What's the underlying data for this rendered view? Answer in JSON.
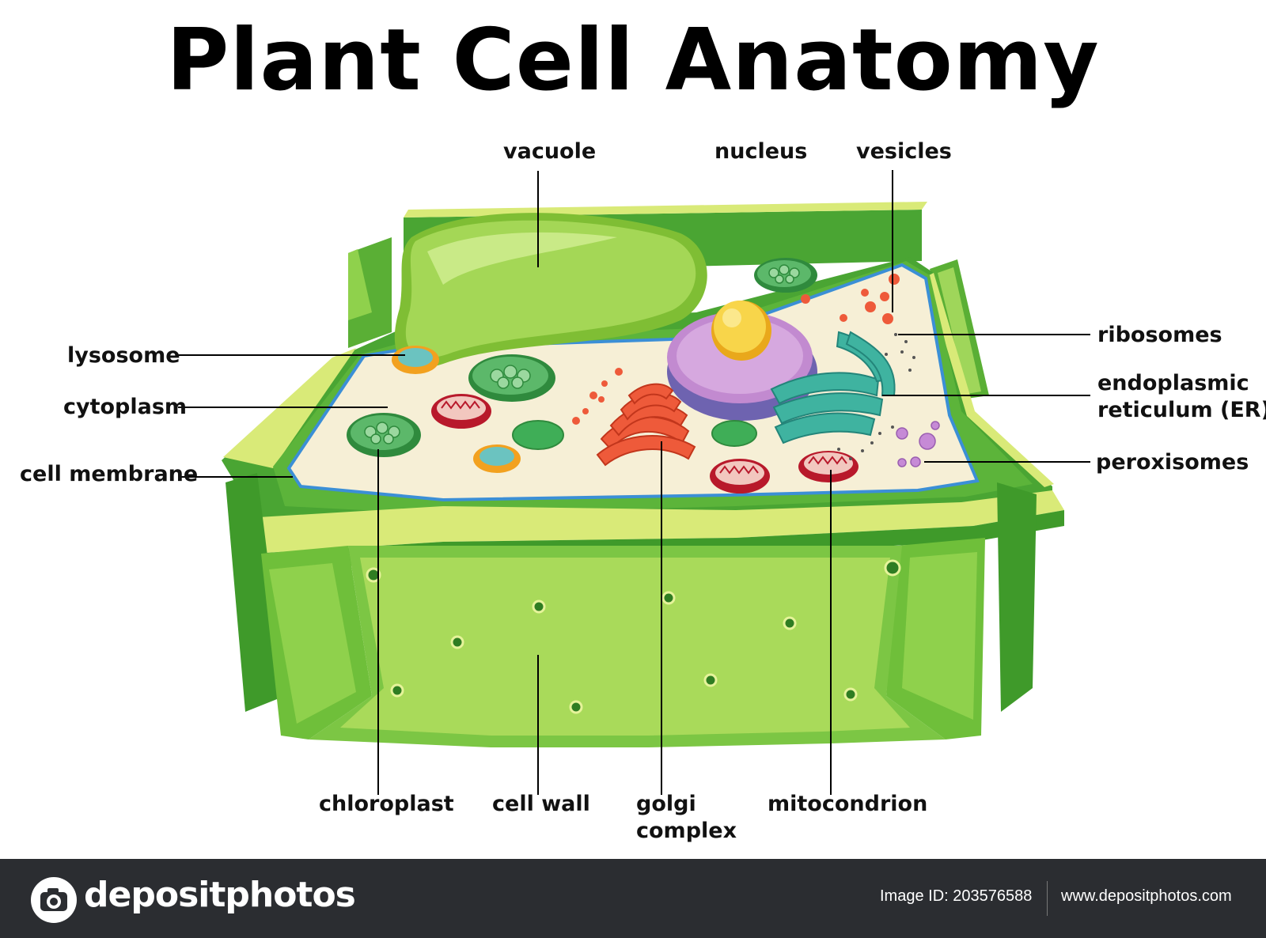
{
  "title": "Plant Cell Anatomy",
  "labels": {
    "vacuole": "vacuole",
    "nucleus": "nucleus",
    "vesicles": "vesicles",
    "lysosome": "lysosome",
    "cytoplasm": "cytoplasm",
    "cell_membrane": "cell membrane",
    "ribosomes": "ribosomes",
    "er_line1": "endoplasmic",
    "er_line2": "reticulum (ER)",
    "peroxisomes": "peroxisomes",
    "chloroplast": "chloroplast",
    "cell_wall": "cell wall",
    "golgi_line1": "golgi",
    "golgi_line2": "complex",
    "mitocondrion": "mitocondrion"
  },
  "footer": {
    "brand": "depositphotos",
    "image_id": "Image ID: 203576588",
    "url": "www.depositphotos.com"
  },
  "colors": {
    "wall_dark": "#3f9a2a",
    "wall_mid": "#6fbf3a",
    "wall_light": "#a9da5a",
    "wall_edge": "#e9f08a",
    "cytoplasm": "#f6efd6",
    "membrane": "#3b8fd6",
    "vacuole": "#8fc93a",
    "nucleus": "#b77fc7",
    "nucleolus": "#f3c21b",
    "er": "#3fb3a0",
    "golgi": "#ee5a3a",
    "mitochondrion": "#b8192b",
    "chloroplast": "#3e9a4d",
    "lysosome": "#f2a11f",
    "peroxisome": "#c68ad6",
    "footer_bg": "#2b2d31"
  }
}
